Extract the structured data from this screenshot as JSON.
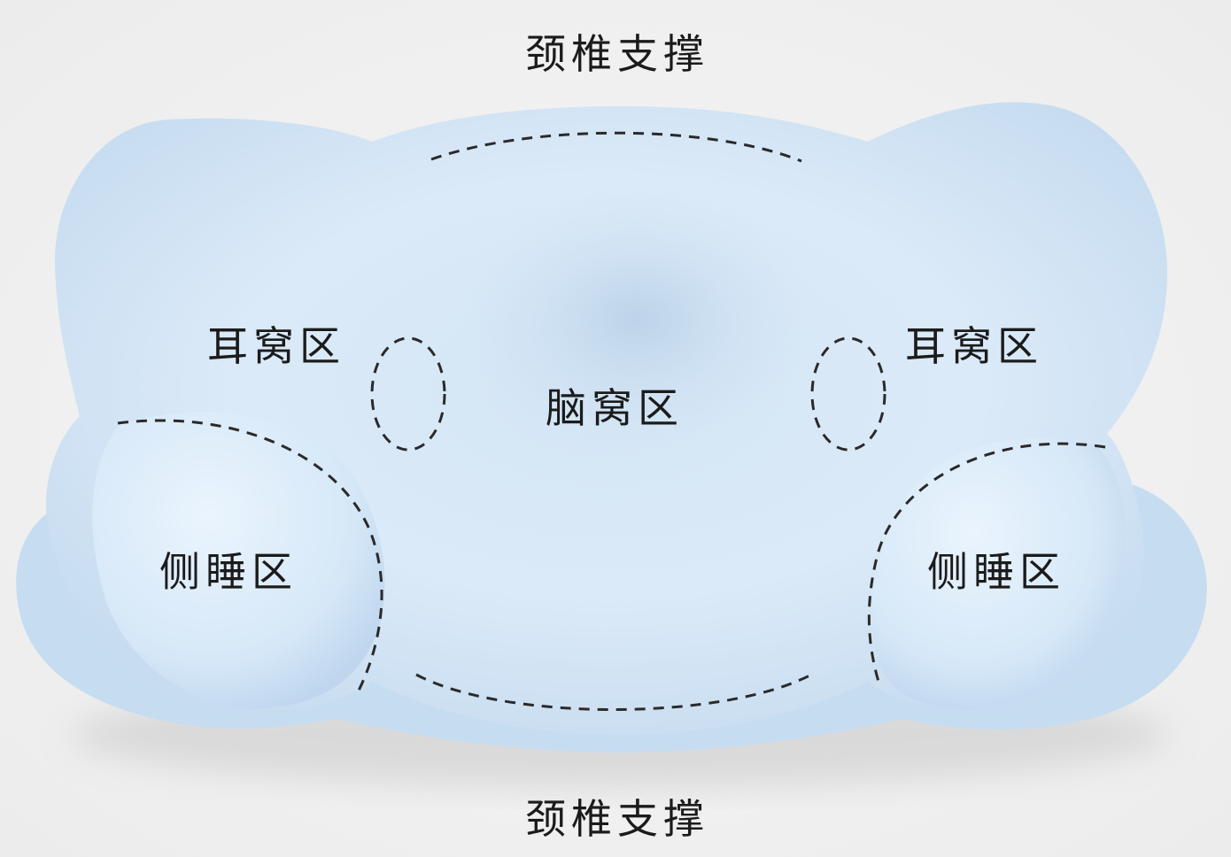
{
  "labels": {
    "neck_support_top": "颈椎支撑",
    "neck_support_bottom": "颈椎支撑",
    "ear_zone_left": "耳窝区",
    "ear_zone_right": "耳窝区",
    "head_zone": "脑窝区",
    "side_sleep_left": "侧睡区",
    "side_sleep_right": "侧睡区"
  },
  "colors": {
    "background": "#efefef",
    "pillow_light": "#e3f0fb",
    "pillow_mid": "#c9def2",
    "pillow_shadow": "#b5cde6",
    "dashed_line": "#2a2a2a",
    "text": "#1b1b1b"
  }
}
